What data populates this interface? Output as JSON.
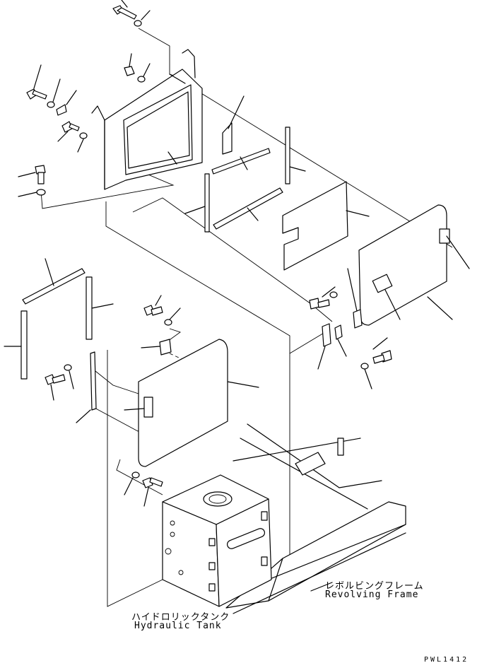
{
  "labels": {
    "revolving_frame_jp": "レボルビングフレーム",
    "revolving_frame_en": "Revolving Frame",
    "hydraulic_tank_jp": "ハイドロリックタンク",
    "hydraulic_tank_en": "Hydraulic Tank",
    "drawing_code": "PWL1412"
  }
}
